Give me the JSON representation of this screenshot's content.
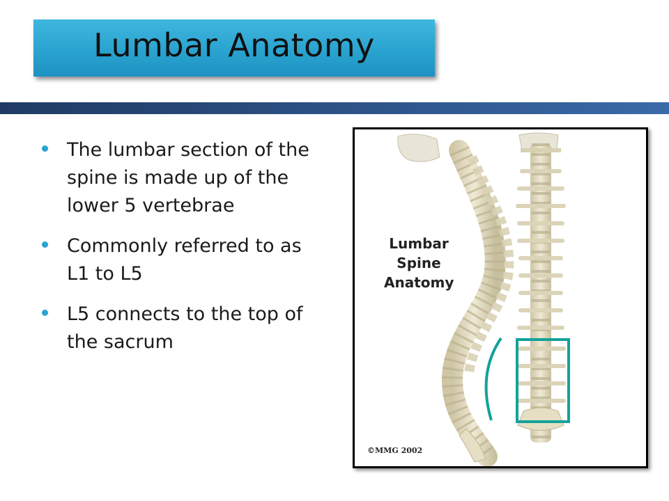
{
  "slide": {
    "title": "Lumbar Anatomy",
    "bullets": [
      "The lumbar section of the spine is made up of the lower 5 vertebrae",
      "Commonly referred to as L1 to L5",
      "L5 connects to the top of the sacrum"
    ]
  },
  "figure": {
    "caption_lines": [
      "Lumbar",
      "Spine",
      "Anatomy"
    ],
    "copyright": "©MMG 2002",
    "highlight_color": "#12a29a"
  },
  "colors": {
    "title_bg": "#2aa3d0",
    "band": "#2b4f82",
    "bullet": "#2aa3d0"
  }
}
